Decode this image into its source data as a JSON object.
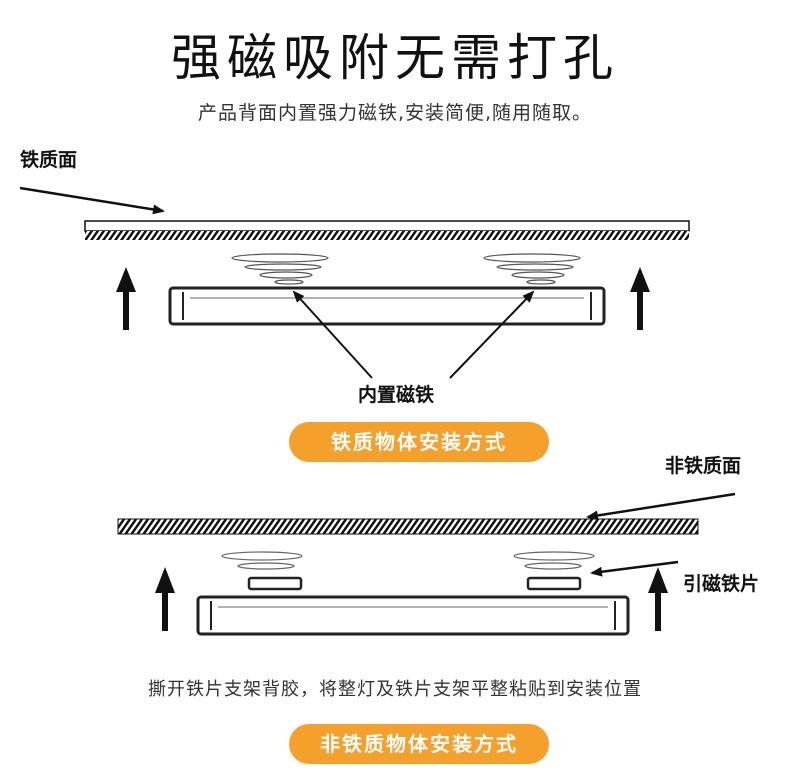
{
  "header": {
    "title": "强磁吸附无需打孔",
    "subtitle": "产品背面内置强力磁铁,安装简便,随用随取。"
  },
  "diagram_top": {
    "surface_label": "铁质面",
    "magnet_label": "内置磁铁",
    "caption": "铁质物体安装方式"
  },
  "diagram_bottom": {
    "surface_label": "非铁质面",
    "plate_label": "引磁铁片",
    "instruction": "撕开铁片支架背胶，将整灯及铁片支架平整粘贴到安装位置",
    "caption": "非铁质物体安装方式"
  },
  "colors": {
    "accent": "#f5a02a",
    "line": "#111111"
  }
}
